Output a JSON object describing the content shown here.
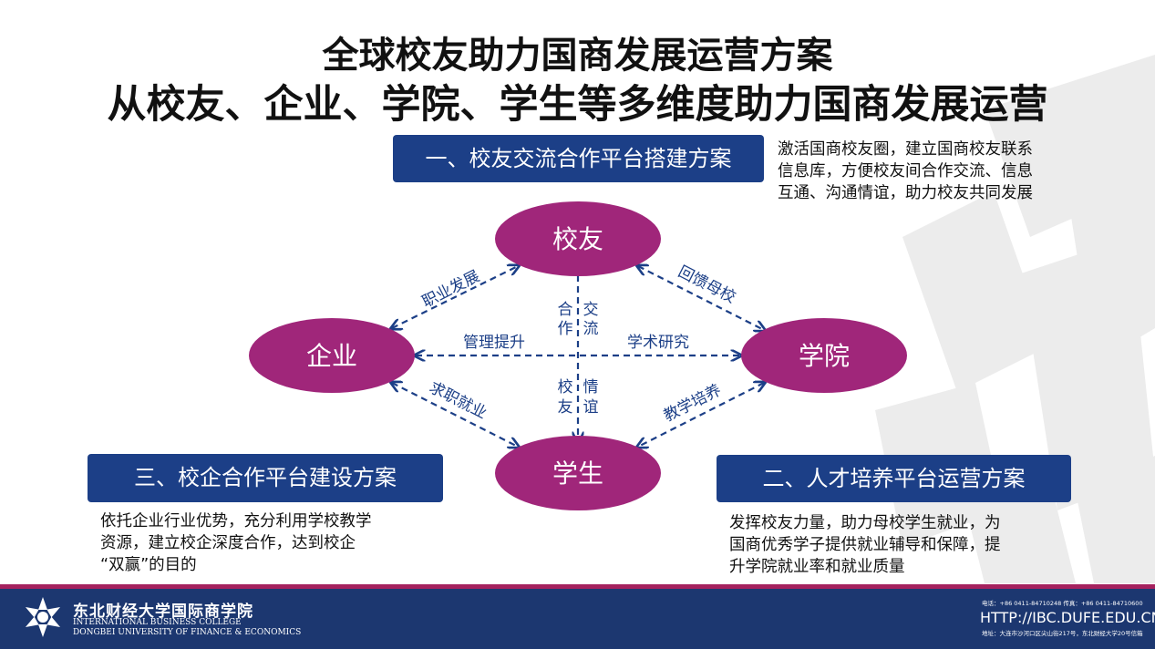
{
  "title_line1": "全球校友助力国商发展运营方案",
  "title_line2": "从校友、企业、学院、学生等多维度助力国商发展运营",
  "plans": {
    "p1": {
      "title": "一、校友交流合作平台搭建方案",
      "desc": [
        "激活国商校友圈，建立国商校友联系",
        "信息库，方便校友间合作交流、信息",
        "互通、沟通情谊，助力校友共同发展"
      ]
    },
    "p2": {
      "title": "二、人才培养平台运营方案",
      "desc": [
        "发挥校友力量，助力母校学生就业，为",
        "国商优秀学子提供就业辅导和保障，提",
        "升学院就业率和就业质量"
      ]
    },
    "p3": {
      "title": "三、校企合作平台建设方案",
      "desc": [
        "依托企业行业优势，充分利用学校教学",
        "资源，建立校企深度合作，达到校企",
        "“双赢”的目的"
      ]
    }
  },
  "nodes": {
    "alumni": "校友",
    "enterprise": "企业",
    "college": "学院",
    "student": "学生"
  },
  "edges": {
    "career": "职业发展",
    "feedback": "回馈母校",
    "management": "管理提升",
    "research": "学术研究",
    "job": "求职就业",
    "teaching": "教学培养",
    "coop_1": "合",
    "coop_2": "作",
    "exch_1": "交",
    "exch_2": "流",
    "school_1": "校",
    "school_2": "友",
    "friend_1": "情",
    "friend_2": "谊"
  },
  "footer": {
    "cn_name": "东北财经大学国际商学院",
    "en_line1": "INTERNATIONAL BUSINESS COLLEGE",
    "en_line2": "DONGBEI UNIVERSITY OF FINANCE & ECONOMICS",
    "contact": "电话：+86 0411-84710248  传真：+86 0411-84710600",
    "url": "HTTP://IBC.DUFE.EDU.CN",
    "address": "地址：大连市沙河口区尖山街217号，东北财经大学20号信箱"
  },
  "colors": {
    "navy": "#1c3f87",
    "purple": "#a0267a",
    "footer": "#1c3770",
    "stripe": "#a5215e"
  }
}
